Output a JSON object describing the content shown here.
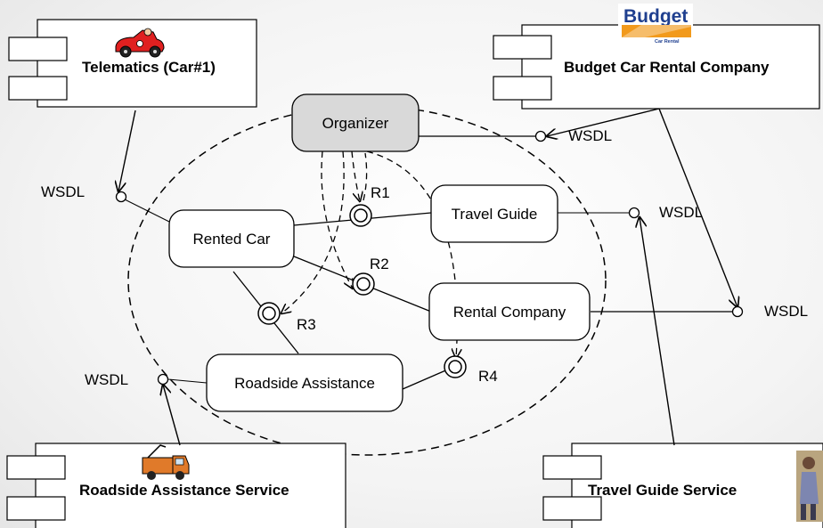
{
  "components": {
    "telematics": {
      "title": "Telematics (Car#1)"
    },
    "budget": {
      "title": "Budget Car Rental Company",
      "logo_text": "Budget",
      "logo_subtext": "Car Rental"
    },
    "roadside_service": {
      "title": "Roadside Assistance Service"
    },
    "travel_guide_service": {
      "title": "Travel Guide Service"
    }
  },
  "roles": {
    "organizer": "Organizer",
    "rented_car": "Rented Car",
    "travel_guide": "Travel Guide",
    "rental_company": "Rental Company",
    "roadside_assistance": "Roadside Assistance"
  },
  "relations": {
    "r1": "R1",
    "r2": "R2",
    "r3": "R3",
    "r4": "R4"
  },
  "interfaces": {
    "wsdl_telematics": "WSDL",
    "wsdl_budget": "WSDL",
    "wsdl_travel_guide": "WSDL",
    "wsdl_rental": "WSDL",
    "wsdl_roadside": "WSDL"
  },
  "colors": {
    "organizer_fill": "#d9d9d9",
    "budget_orange": "#f29a1c",
    "budget_blue": "#1f3f8f",
    "car_red": "#e02020",
    "truck_orange": "#e07a2a"
  }
}
